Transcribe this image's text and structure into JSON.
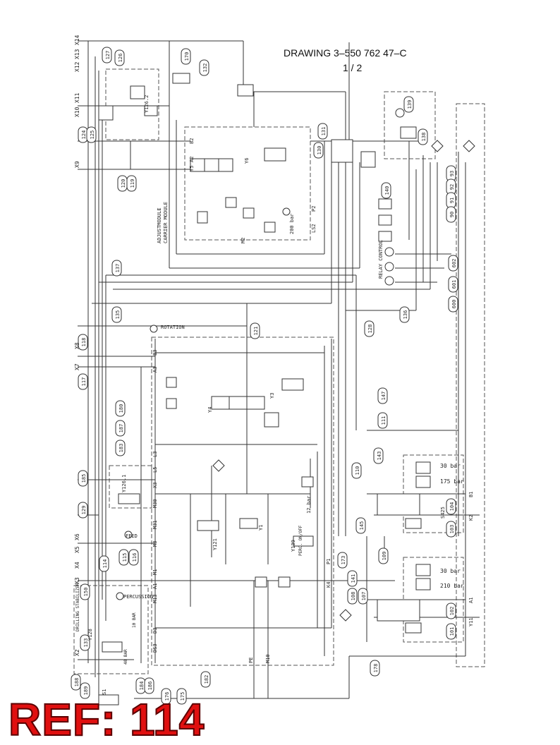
{
  "drawing": {
    "title_line1": "DRAWING  3–550 762 47–C",
    "title_line2": "1 / 2"
  },
  "ref_stamp": "REF: 114",
  "labels": {
    "rotation": "ROTATION",
    "feed": "FEED",
    "percussion": "PERCUSSION",
    "relay_control": "RELAY CONTROL",
    "carrier_module": "CARRIER MODULE",
    "adjust_module": "ADJUSTMODULE",
    "perc_onoff": "PERC. ON/OFF",
    "drilling_stabilizer": "DRILLING STABILIZER",
    "bar_200": "200 bar",
    "bar_30_top": "30 bar",
    "bar_175": "175 bar",
    "bar_30_bottom": "30 bar",
    "bar_210": "210 bar",
    "bar_12": "12 bar",
    "bar_40": "40 BAR",
    "bar_10": "10 BAR"
  },
  "callouts_left": [
    "127",
    "126",
    "124",
    "125",
    "120",
    "119",
    "118",
    "117",
    "185",
    "129",
    "114",
    "150",
    "133",
    "188",
    "189",
    "184",
    "186"
  ],
  "callouts_mid": [
    "170",
    "132",
    "137",
    "135",
    "121",
    "180",
    "187",
    "183",
    "115",
    "116",
    "176",
    "175",
    "182",
    "131",
    "130",
    "128",
    "147",
    "111",
    "110",
    "143",
    "145",
    "109",
    "173",
    "141",
    "108",
    "107",
    "178"
  ],
  "callouts_right": [
    "139",
    "138",
    "140",
    "93",
    "92",
    "91",
    "90",
    "602",
    "601",
    "600",
    "136",
    "104",
    "103",
    "102",
    "101"
  ],
  "connectors": [
    "X14",
    "X13",
    "X12",
    "X11",
    "X10",
    "X9",
    "X8",
    "X7",
    "X6",
    "X5",
    "X4",
    "X3",
    "X2"
  ],
  "ports": [
    "B2",
    "A2",
    "Y5",
    "Y6",
    "M2",
    "LS2",
    "P2",
    "B3",
    "A3",
    "Y4",
    "Y3",
    "L3",
    "L5",
    "X3",
    "M30",
    "M31",
    "M3",
    "M1",
    "A1",
    "M13",
    "D3",
    "DS3",
    "PE",
    "M10",
    "P1",
    "K4",
    "B1",
    "K2",
    "A1",
    "Y11",
    "Y121",
    "Y1",
    "Y139",
    "Y126.2",
    "Y126.1",
    "Y128",
    "S1",
    "S425"
  ],
  "accent_red": "#e01010"
}
